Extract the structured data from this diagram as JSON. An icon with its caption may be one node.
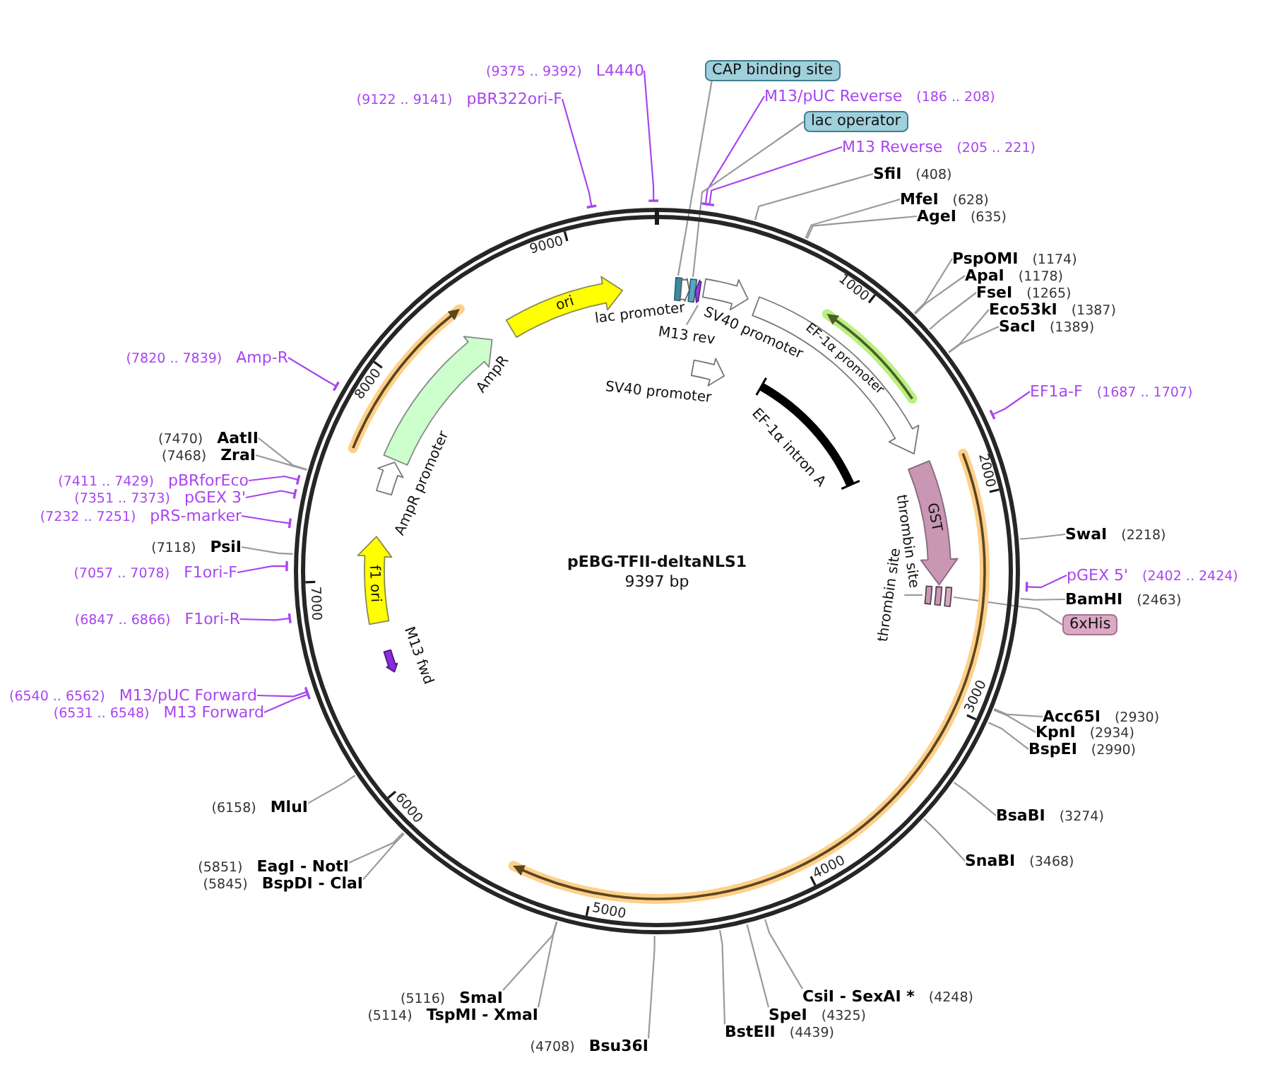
{
  "diagram": {
    "nodes": [
      {
        "text": [
          "(9375 .. 9392)",
          "L4440"
        ]
      },
      {
        "text": [
          "CAP binding site"
        ]
      },
      {
        "text": [
          "M13/pUC Reverse",
          "(186 .. 208)"
        ]
      },
      {
        "text": [
          "(9122 .. 9141)",
          "pBR322ori-F"
        ]
      },
      {
        "text": [
          "lac operator"
        ]
      },
      {
        "text": [
          "M13 Reverse",
          "(205 .. 221)"
        ]
      },
      {
        "text": [
          "SfiI",
          "(408)"
        ]
      },
      {
        "text": [
          "MfeI",
          "(628)"
        ]
      },
      {
        "text": [
          "AgeI",
          "(635)"
        ]
      },
      {
        "text": [
          "PspOMI",
          "(1174)"
        ]
      },
      {
        "text": [
          "ApaI",
          "(1178)"
        ]
      },
      {
        "text": [
          "FseI",
          "(1265)"
        ]
      },
      {
        "text": [
          "Eco53kI",
          "(1387)"
        ]
      },
      {
        "text": [
          "SacI",
          "(1389)"
        ]
      },
      {
        "text": [
          "(7820 .. 7839)",
          "Amp-R"
        ]
      },
      {
        "text": [
          "EF1a-F",
          "(1687 .. 1707)"
        ]
      },
      {
        "text": [
          "(7470)",
          "AatII"
        ]
      },
      {
        "text": [
          "(7468)",
          "ZraI"
        ]
      },
      {
        "text": [
          "(7411 .. 7429)",
          "pBRforEco"
        ]
      },
      {
        "text": [
          "(7351 .. 7373)",
          "pGEX 3'"
        ]
      },
      {
        "text": [
          "(7232 .. 7251)",
          "pRS-marker"
        ]
      },
      {
        "text": [
          "SwaI",
          "(2218)"
        ]
      },
      {
        "text": [
          "(7118)",
          "PsiI"
        ]
      },
      {
        "text": [
          "(7057 .. 7078)",
          "F1ori-F"
        ]
      },
      {
        "text": [
          "pGEX 5'",
          "(2402 .. 2424)"
        ]
      },
      {
        "text": [
          "BamHI",
          "(2463)"
        ]
      },
      {
        "text": [
          "6xHis"
        ]
      },
      {
        "text": [
          "(6847 .. 6866)",
          "F1ori-R"
        ]
      },
      {
        "text": [
          "(6540 .. 6562)",
          "M13/pUC Forward"
        ]
      },
      {
        "text": [
          "(6531 .. 6548)",
          "M13 Forward"
        ]
      },
      {
        "text": [
          "Acc65I",
          "(2930)"
        ]
      },
      {
        "text": [
          "KpnI",
          "(2934)"
        ]
      },
      {
        "text": [
          "BspEI",
          "(2990)"
        ]
      },
      {
        "text": [
          "(6158)",
          "MluI"
        ]
      },
      {
        "text": [
          "BsaBI",
          "(3274)"
        ]
      },
      {
        "text": [
          "SnaBI",
          "(3468)"
        ]
      },
      {
        "text": [
          "(5851)",
          "EagI - NotI"
        ]
      },
      {
        "text": [
          "(5845)",
          "BspDI - ClaI"
        ]
      },
      {
        "text": [
          "CsiI - SexAI *",
          "(4248)"
        ]
      },
      {
        "text": [
          "(5116)",
          "SmaI"
        ]
      },
      {
        "text": [
          "SpeI",
          "(4325)"
        ]
      },
      {
        "text": [
          "(5114)",
          "TspMI - XmaI"
        ]
      },
      {
        "text": [
          "BstEII",
          "(4439)"
        ]
      },
      {
        "text": [
          "(4708)",
          "Bsu36I"
        ]
      },
      {
        "text": [
          "pEBG-TFII-deltaNLS1",
          "9397 bp"
        ]
      },
      {
        "text": [
          "ori"
        ],
        "in": 44
      },
      {
        "text": [],
        "shape": "box",
        "in": 44
      },
      {
        "text": [],
        "shape": "arrow",
        "beside": [
          "lac promoter"
        ],
        "in": 44
      },
      {
        "text": [],
        "shape": "box",
        "in": 44
      },
      {
        "text": [],
        "shape": "arrow",
        "in": 44
      },
      {
        "text": [
          "M13 rev"
        ],
        "in": 44
      },
      {
        "text": [],
        "shape": "arrow",
        "beside": [
          "SV40 promoter"
        ],
        "in": 44
      },
      {
        "text": [
          "EF-1α promoter"
        ],
        "in": 44
      },
      {
        "text": [],
        "shape": "arrow",
        "beside": [
          "SV40 promoter"
        ],
        "in": 44
      },
      {
        "text": [],
        "shape": "arrow",
        "beside": [
          "AmpR"
        ],
        "in": 44
      },
      {
        "text": [
          "EF-1α intron A"
        ],
        "in": 44
      },
      {
        "text": [
          "GST"
        ],
        "in": 44
      },
      {
        "text": [],
        "shape": "box",
        "in": 44
      },
      {
        "text": [],
        "shape": "box",
        "in": 44
      },
      {
        "text": [],
        "shape": "box",
        "in": 44
      },
      {
        "text": [
          "thrombin site"
        ],
        "in": 44
      },
      {
        "text": [],
        "shape": "arrow",
        "beside": [
          "AmpR promoter"
        ],
        "in": 44
      },
      {
        "text": [
          "f1 ori"
        ],
        "in": 44
      },
      {
        "text": [],
        "shape": "arrow",
        "beside": [
          "M13 fwd"
        ],
        "in": 44
      }
    ],
    "edges": [
      {
        "from": 0,
        "to": 44,
        "arrow": "other",
        "color": "#a845f0"
      },
      {
        "from": 1,
        "to": 46,
        "arrow": "none"
      },
      {
        "from": 2,
        "to": 44,
        "arrow": "other",
        "color": "#a845f0"
      },
      {
        "from": 3,
        "to": 44,
        "arrow": "other",
        "color": "#a845f0"
      },
      {
        "from": 4,
        "to": 48,
        "arrow": "none"
      },
      {
        "from": 5,
        "to": 44,
        "arrow": "other",
        "color": "#a845f0"
      },
      {
        "from": 6,
        "to": 44,
        "arrow": "none"
      },
      {
        "from": 7,
        "to": 44,
        "arrow": "none"
      },
      {
        "from": 8,
        "to": 44,
        "arrow": "none"
      },
      {
        "from": 9,
        "to": 44,
        "arrow": "none"
      },
      {
        "from": 10,
        "to": 44,
        "arrow": "none"
      },
      {
        "from": 11,
        "to": 44,
        "arrow": "none"
      },
      {
        "from": 12,
        "to": 44,
        "arrow": "none"
      },
      {
        "from": 13,
        "to": 44,
        "arrow": "none"
      },
      {
        "from": 14,
        "to": 44,
        "arrow": "other",
        "color": "#a845f0"
      },
      {
        "from": 15,
        "to": 44,
        "arrow": "other",
        "color": "#a845f0"
      },
      {
        "from": 16,
        "to": 44,
        "arrow": "none"
      },
      {
        "from": 17,
        "to": 44,
        "arrow": "none"
      },
      {
        "from": 18,
        "to": 44,
        "arrow": "other",
        "color": "#a845f0"
      },
      {
        "from": 19,
        "to": 44,
        "arrow": "other",
        "color": "#a845f0"
      },
      {
        "from": 20,
        "to": 44,
        "arrow": "other",
        "color": "#a845f0"
      },
      {
        "from": 21,
        "to": 44,
        "arrow": "none"
      },
      {
        "from": 22,
        "to": 44,
        "arrow": "none"
      },
      {
        "from": 23,
        "to": 44,
        "arrow": "other",
        "color": "#a845f0"
      },
      {
        "from": 24,
        "to": 44,
        "arrow": "other",
        "color": "#a845f0"
      },
      {
        "from": 25,
        "to": 44,
        "arrow": "none"
      },
      {
        "from": 26,
        "to": 59,
        "arrow": "none"
      },
      {
        "from": 27,
        "to": 44,
        "arrow": "other",
        "color": "#a845f0"
      },
      {
        "from": 28,
        "to": 44,
        "arrow": "other",
        "color": "#a845f0"
      },
      {
        "from": 29,
        "to": 44,
        "arrow": "other",
        "color": "#a845f0"
      },
      {
        "from": 30,
        "to": 44,
        "arrow": "none"
      },
      {
        "from": 31,
        "to": 44,
        "arrow": "none"
      },
      {
        "from": 32,
        "to": 44,
        "arrow": "none"
      },
      {
        "from": 33,
        "to": 44,
        "arrow": "none"
      },
      {
        "from": 34,
        "to": 44,
        "arrow": "none"
      },
      {
        "from": 35,
        "to": 44,
        "arrow": "none"
      },
      {
        "from": 36,
        "to": 44,
        "arrow": "none"
      },
      {
        "from": 37,
        "to": 44,
        "arrow": "none"
      },
      {
        "from": 38,
        "to": 44,
        "arrow": "none"
      },
      {
        "from": 39,
        "to": 44,
        "arrow": "none"
      },
      {
        "from": 40,
        "to": 44,
        "arrow": "none"
      },
      {
        "from": 41,
        "to": 44,
        "arrow": "none"
      },
      {
        "from": 42,
        "to": 44,
        "arrow": "none"
      },
      {
        "from": 43,
        "to": 44,
        "arrow": "none"
      },
      {
        "from": 50,
        "to": 49,
        "arrow": "none"
      },
      {
        "from": 60,
        "to": 57,
        "arrow": "none"
      }
    ],
    "labels": [
      "9000",
      "1000",
      "8000",
      "2000",
      "thrombin site",
      "7000",
      "3000",
      "6000",
      "4000",
      "5000"
    ]
  }
}
